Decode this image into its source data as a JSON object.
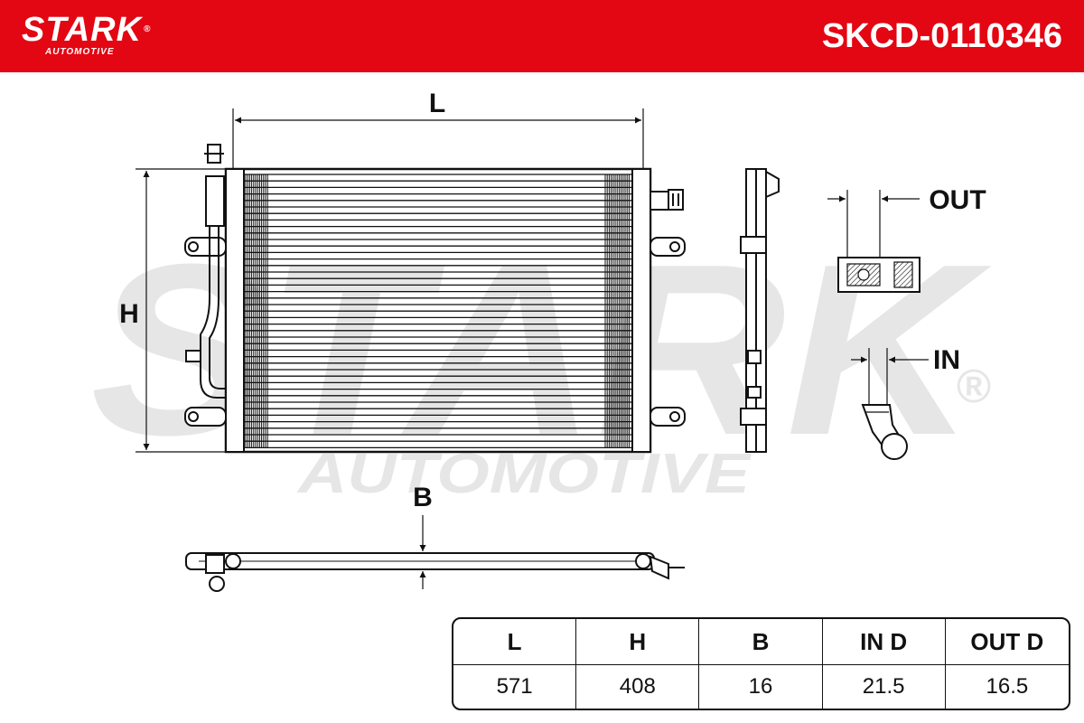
{
  "header": {
    "brand": "STARK",
    "brand_sub": "AUTOMOTIVE",
    "brand_mark": "®",
    "part_number": "SKCD-0110346",
    "background_color": "#e30613",
    "text_color": "#ffffff"
  },
  "watermark": {
    "text": "STARK",
    "sub_text": "AUTOMOTIVE",
    "mark": "®",
    "color": "#e6e6e6"
  },
  "dimension_labels": {
    "length": "L",
    "height": "H",
    "depth": "B",
    "outlet": "OUT",
    "inlet": "IN"
  },
  "spec_table": {
    "headers": [
      "L",
      "H",
      "B",
      "IN D",
      "OUT D"
    ],
    "values": [
      "571",
      "408",
      "16",
      "21.5",
      "16.5"
    ]
  }
}
